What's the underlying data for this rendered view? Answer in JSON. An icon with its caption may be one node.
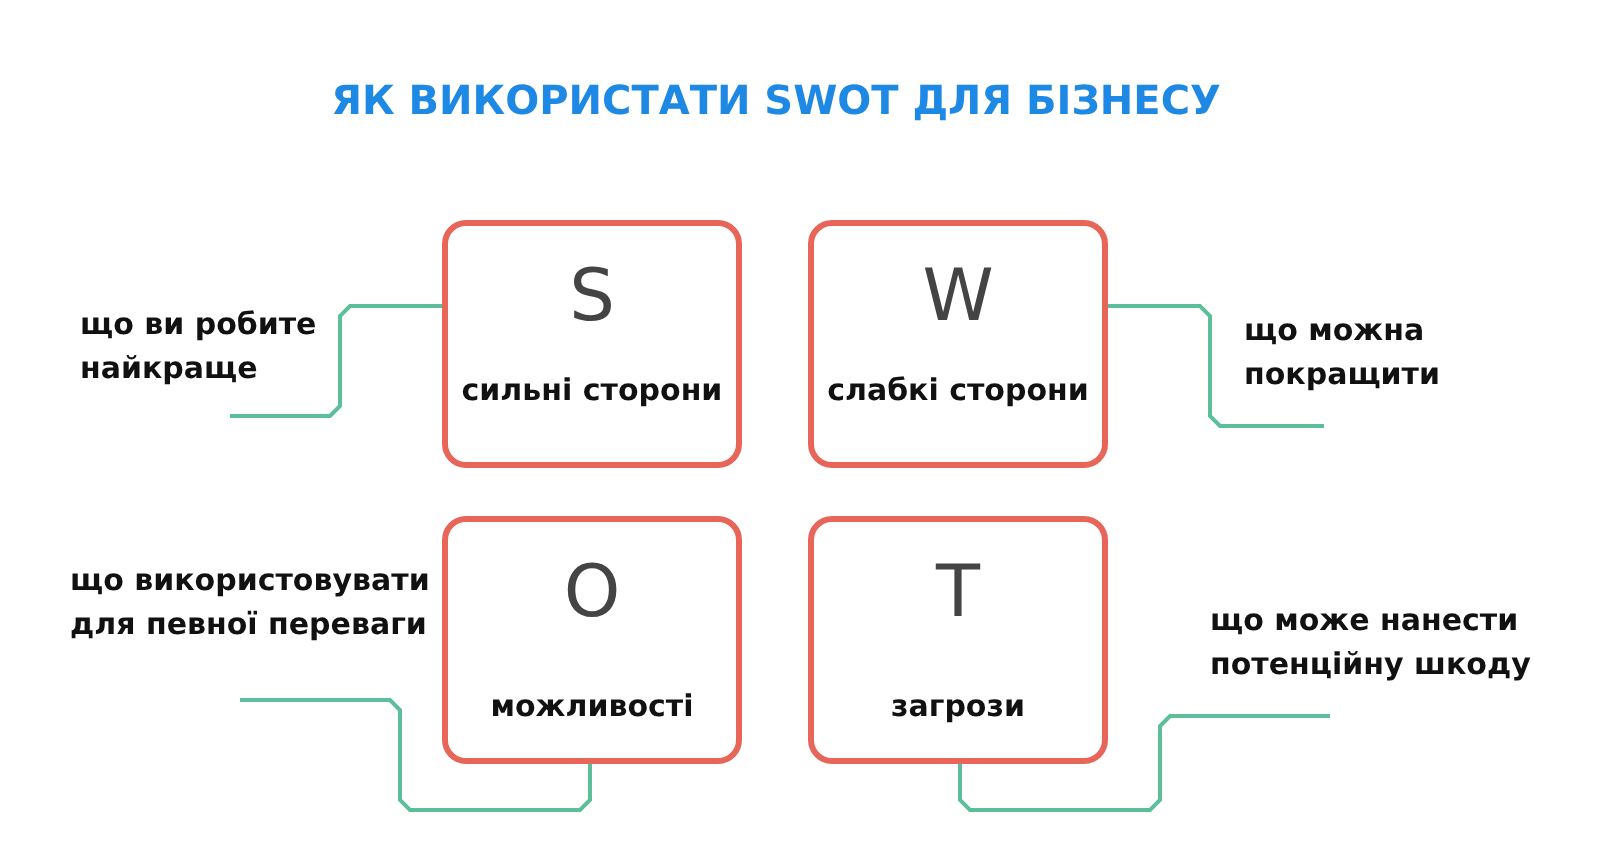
{
  "diagram": {
    "title": "ЯК ВИКОРИСТАТИ SWOT ДЛЯ БІЗНЕСУ",
    "nodes": [
      {
        "text": [
          "що ви робите найкраще"
        ]
      },
      {
        "text": [
          "S",
          "сильні сторони"
        ]
      },
      {
        "text": [
          "W",
          "слабкі сторони"
        ]
      },
      {
        "text": [
          "що можна покращити"
        ]
      },
      {
        "text": [
          "що використовувати для певної переваги"
        ]
      },
      {
        "text": [
          "O",
          "можливості"
        ]
      },
      {
        "text": [
          "T",
          "загрози"
        ]
      },
      {
        "text": [
          "що може нанести потенційну шкоду"
        ]
      }
    ],
    "edges": [
      {
        "from": 1,
        "to": 0,
        "arrow": "none"
      },
      {
        "from": 2,
        "to": 3,
        "arrow": "none"
      },
      {
        "from": 5,
        "to": 4,
        "arrow": "none"
      },
      {
        "from": 6,
        "to": 7,
        "arrow": "none"
      }
    ]
  }
}
